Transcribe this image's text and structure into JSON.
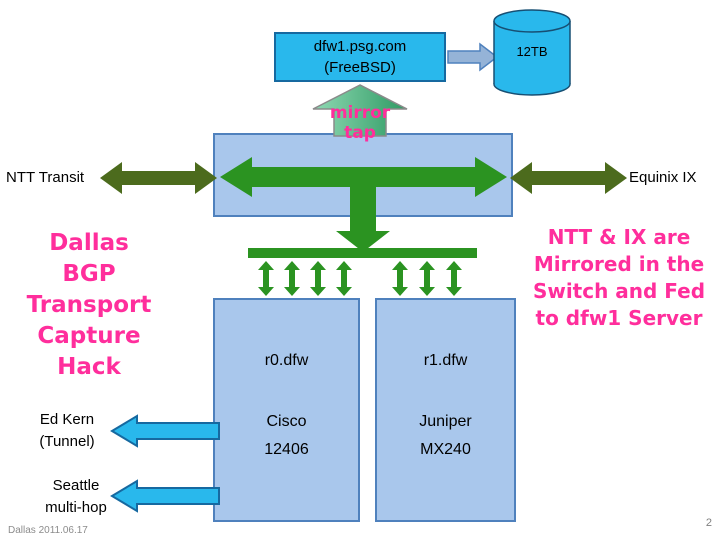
{
  "slide": {
    "footer_date": "Dallas 2011.06.17",
    "page_number": "2"
  },
  "colors": {
    "cyan": "#29B8EC",
    "cyan_border": "#1669A0",
    "light_blue": "#A9C7EC",
    "blue_border": "#4F81BD",
    "green": "#2B9321",
    "olive_green": "#4C6B1D",
    "magenta": "#FF2E9C",
    "steel_blue": "#95B3D7"
  },
  "server_box": {
    "lines": [
      "dfw1.psg.com",
      "(FreeBSD)"
    ]
  },
  "storage": {
    "label": "12TB"
  },
  "mirror_tap": {
    "lines": [
      "mirror",
      "tap"
    ]
  },
  "switch_links": {
    "left_label": "NTT Transit",
    "right_label": "Equinix IX"
  },
  "routers": {
    "r0": {
      "name": "r0.dfw",
      "vendor": "Cisco",
      "model": "12406"
    },
    "r1": {
      "name": "r1.dfw",
      "vendor": "Juniper",
      "model": "MX240"
    }
  },
  "tunnels": {
    "ed_kern": {
      "lines": [
        "Ed Kern",
        "(Tunnel)"
      ]
    },
    "seattle": {
      "lines": [
        "Seattle",
        "multi-hop"
      ]
    }
  },
  "notes": {
    "left": [
      "Dallas",
      "BGP",
      "Transport",
      "Capture",
      "Hack"
    ],
    "right": [
      "NTT & IX are",
      "Mirrored in the",
      "Switch and Fed",
      "to dfw1 Server"
    ]
  }
}
